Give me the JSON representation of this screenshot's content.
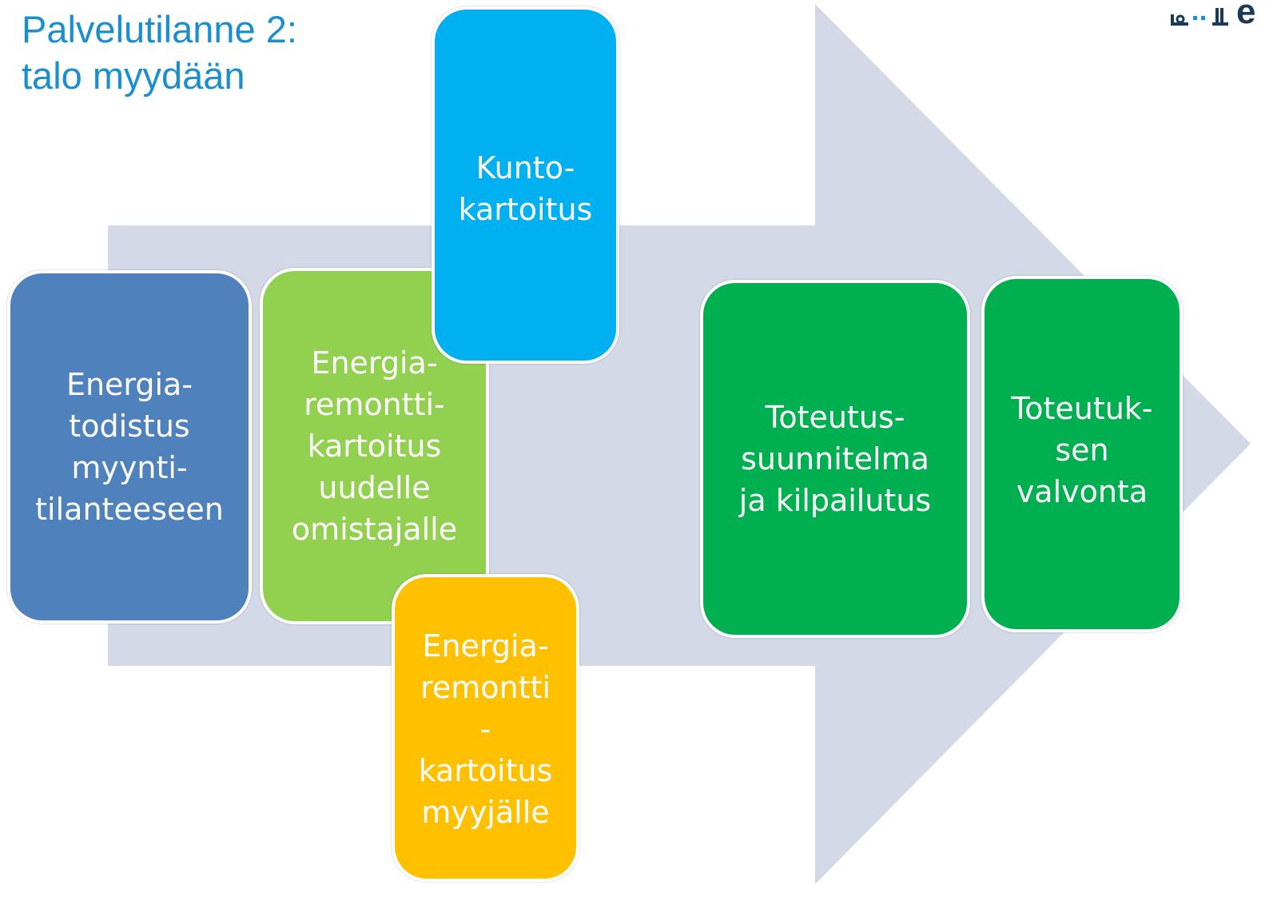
{
  "title": {
    "line1": "Palvelutilanne 2:",
    "line2": "talo myydään"
  },
  "colors": {
    "title": "#1a8fd0",
    "arrow": "#d3d9e6",
    "blue_box": "#4f81bd",
    "lightgreen_box": "#92d050",
    "cyan_box": "#00b0f0",
    "orange_box": "#ffc000",
    "green_box": "#00b050",
    "box_text": "#ffffff",
    "logo_dark": "#1b3a57",
    "logo_accent": "#1a8fd0"
  },
  "boxes": {
    "energiatodistus": {
      "lines": [
        "Energia-",
        "todistus",
        "myynti-",
        "tilanteeseen"
      ],
      "color": "#4f81bd"
    },
    "uudelle": {
      "lines": [
        "Energia-",
        "remontti-",
        "kartoitus",
        "uudelle",
        "omistajalle"
      ],
      "color": "#92d050"
    },
    "kuntokartoitus": {
      "lines": [
        "Kunto-",
        "kartoitus"
      ],
      "color": "#00b0f0"
    },
    "myyjalle": {
      "lines": [
        "Energia-",
        "remontti",
        "-",
        "kartoitus",
        "myyjälle"
      ],
      "color": "#ffc000"
    },
    "toteutussuunnitelma": {
      "lines": [
        "Toteutus-",
        "suunnitelma",
        "ja kilpailutus"
      ],
      "color": "#00b050"
    },
    "valvonta": {
      "lines": [
        "Toteutuk-",
        "sen",
        "valvonta"
      ],
      "color": "#00b050"
    }
  },
  "logo": {
    "icon": "house-keyhole-logo-icon",
    "text": "e"
  }
}
